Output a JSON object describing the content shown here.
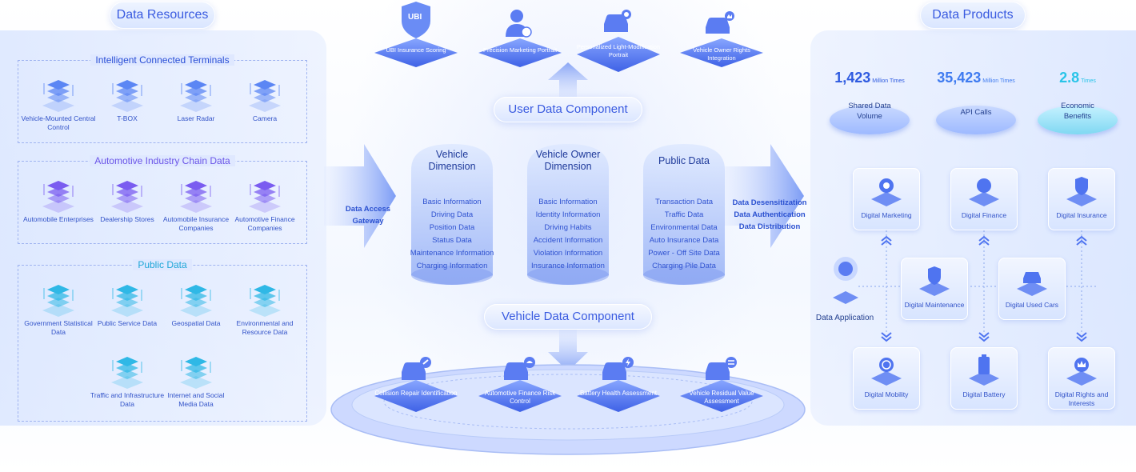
{
  "titles": {
    "left": "Data Resources",
    "right": "Data Products",
    "user_component": "User Data Component",
    "vehicle_component": "Vehicle Data Component"
  },
  "left_groups": [
    {
      "title": "Intelligent Connected Terminals",
      "items": [
        "Vehicle-Mounted Central Control",
        "T-BOX",
        "Laser Radar",
        "Camera"
      ]
    },
    {
      "title": "Automotive Industry Chain Data",
      "items": [
        "Automobile Enterprises",
        "Dealership Stores",
        "Automobile Insurance Companies",
        "Automotive Finance Companies"
      ]
    },
    {
      "title": "Public Data",
      "items": [
        "Government Statistical Data",
        "Public Service Data",
        "Geospatial Data",
        "Environmental and Resource Data",
        "Traffic and Infrastructure Data",
        "Internet and Social Media Data"
      ]
    }
  ],
  "gateway_label": "Data Access Gateway",
  "right_arrow_lines": [
    "Data Desensitization",
    "Data Authentication",
    "Data Distribution"
  ],
  "top_cards": [
    "UBI Insurance Scoring",
    "Precision Marketing Portrait",
    "Personalized Light-Modification Portrait",
    "Vehicle Owner Rights Integration"
  ],
  "ubi_badge": "UBI",
  "dimensions": [
    {
      "title": "Vehicle Dimension",
      "items": [
        "Basic Information",
        "Driving Data",
        "Position Data",
        "Status Data",
        "Maintenance Information",
        "Charging Information"
      ]
    },
    {
      "title": "Vehicle Owner Dimension",
      "items": [
        "Basic Information",
        "Identity Information",
        "Driving Habits",
        "Accident Information",
        "Violation Information",
        "Insurance Information"
      ]
    },
    {
      "title": "Public Data",
      "items": [
        "Transaction Data",
        "Traffic Data",
        "Environmental Data",
        "Auto Insurance Data",
        "Power - Off Site Data",
        "Charging Pile Data"
      ]
    }
  ],
  "bottom_cards": [
    "Collision Repair Identification",
    "Automotive Finance Risk Control",
    "Battery Health Assessment",
    "Vehicle Residual Value Assessment"
  ],
  "metrics": [
    {
      "value": "1,423",
      "unit": "Million Times",
      "label": "Shared Data Volume",
      "color": "#2f5be0"
    },
    {
      "value": "35,423",
      "unit": "Million Times",
      "label": "API Calls",
      "color": "#3f7bf0"
    },
    {
      "value": "2.8",
      "unit": "Times",
      "label": "Economic Benefits",
      "color": "#29c4e8"
    }
  ],
  "data_application": "Data Application",
  "dp_cards": [
    "Digital Marketing",
    "Digital Finance",
    "Digital Insurance",
    "Digital Maintenance",
    "Digital Used Cars",
    "Digital Mobility",
    "Digital Battery",
    "Digital Rights and Interests"
  ],
  "colors": {
    "accent": "#3a5be0",
    "primary": "#5b7cf2",
    "cyan": "#3fd0e8",
    "purple": "#7a5cf0"
  }
}
